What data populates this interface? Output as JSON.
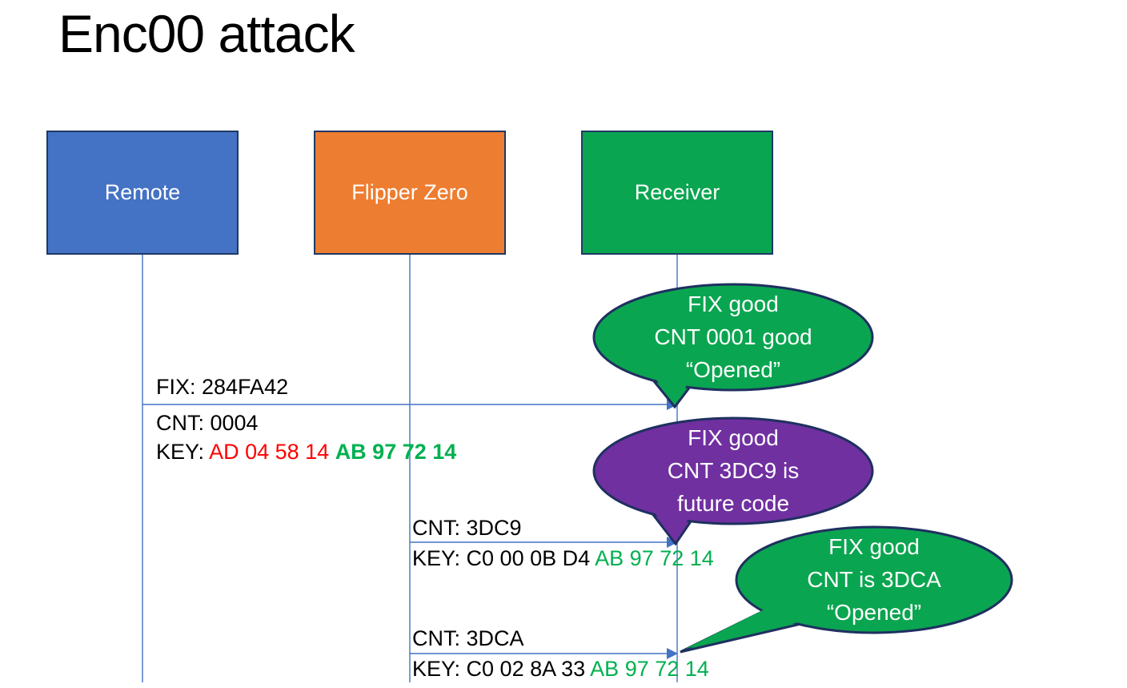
{
  "title": "Enc00 attack",
  "actors": [
    {
      "name": "Remote",
      "color": "#4472C4"
    },
    {
      "name": "Flipper Zero",
      "color": "#ED7D31"
    },
    {
      "name": "Receiver",
      "color": "#0AA550"
    }
  ],
  "messages": [
    {
      "fix": "FIX: 284FA42",
      "cnt": "CNT: 0004",
      "key_prefix": "KEY: ",
      "key_red": "AD 04 58 14 ",
      "key_green": "AB 97 72 14"
    },
    {
      "cnt": "CNT: 3DC9",
      "key_prefix": "KEY: C0 00 0B D4 ",
      "key_green": "AB 97 72 14"
    },
    {
      "cnt": "CNT: 3DCA",
      "key_prefix": "KEY: C0 02 8A 33 ",
      "key_green": "AB 97 72 14"
    }
  ],
  "bubbles": [
    {
      "lines": [
        "FIX good",
        "CNT 0001 good",
        "“Opened”"
      ],
      "fill": "#0AA550"
    },
    {
      "lines": [
        "FIX good",
        "CNT 3DC9 is",
        "future code"
      ],
      "fill": "#7030A0"
    },
    {
      "lines": [
        "FIX good",
        "CNT is 3DCA",
        "“Opened”"
      ],
      "fill": "#0AA550"
    }
  ],
  "colors": {
    "connector_blue": "#4472C4",
    "key_red": "#FF0000",
    "key_green": "#00B050",
    "border_dark": "#1F3864",
    "bubble_border": "#1F3060"
  }
}
